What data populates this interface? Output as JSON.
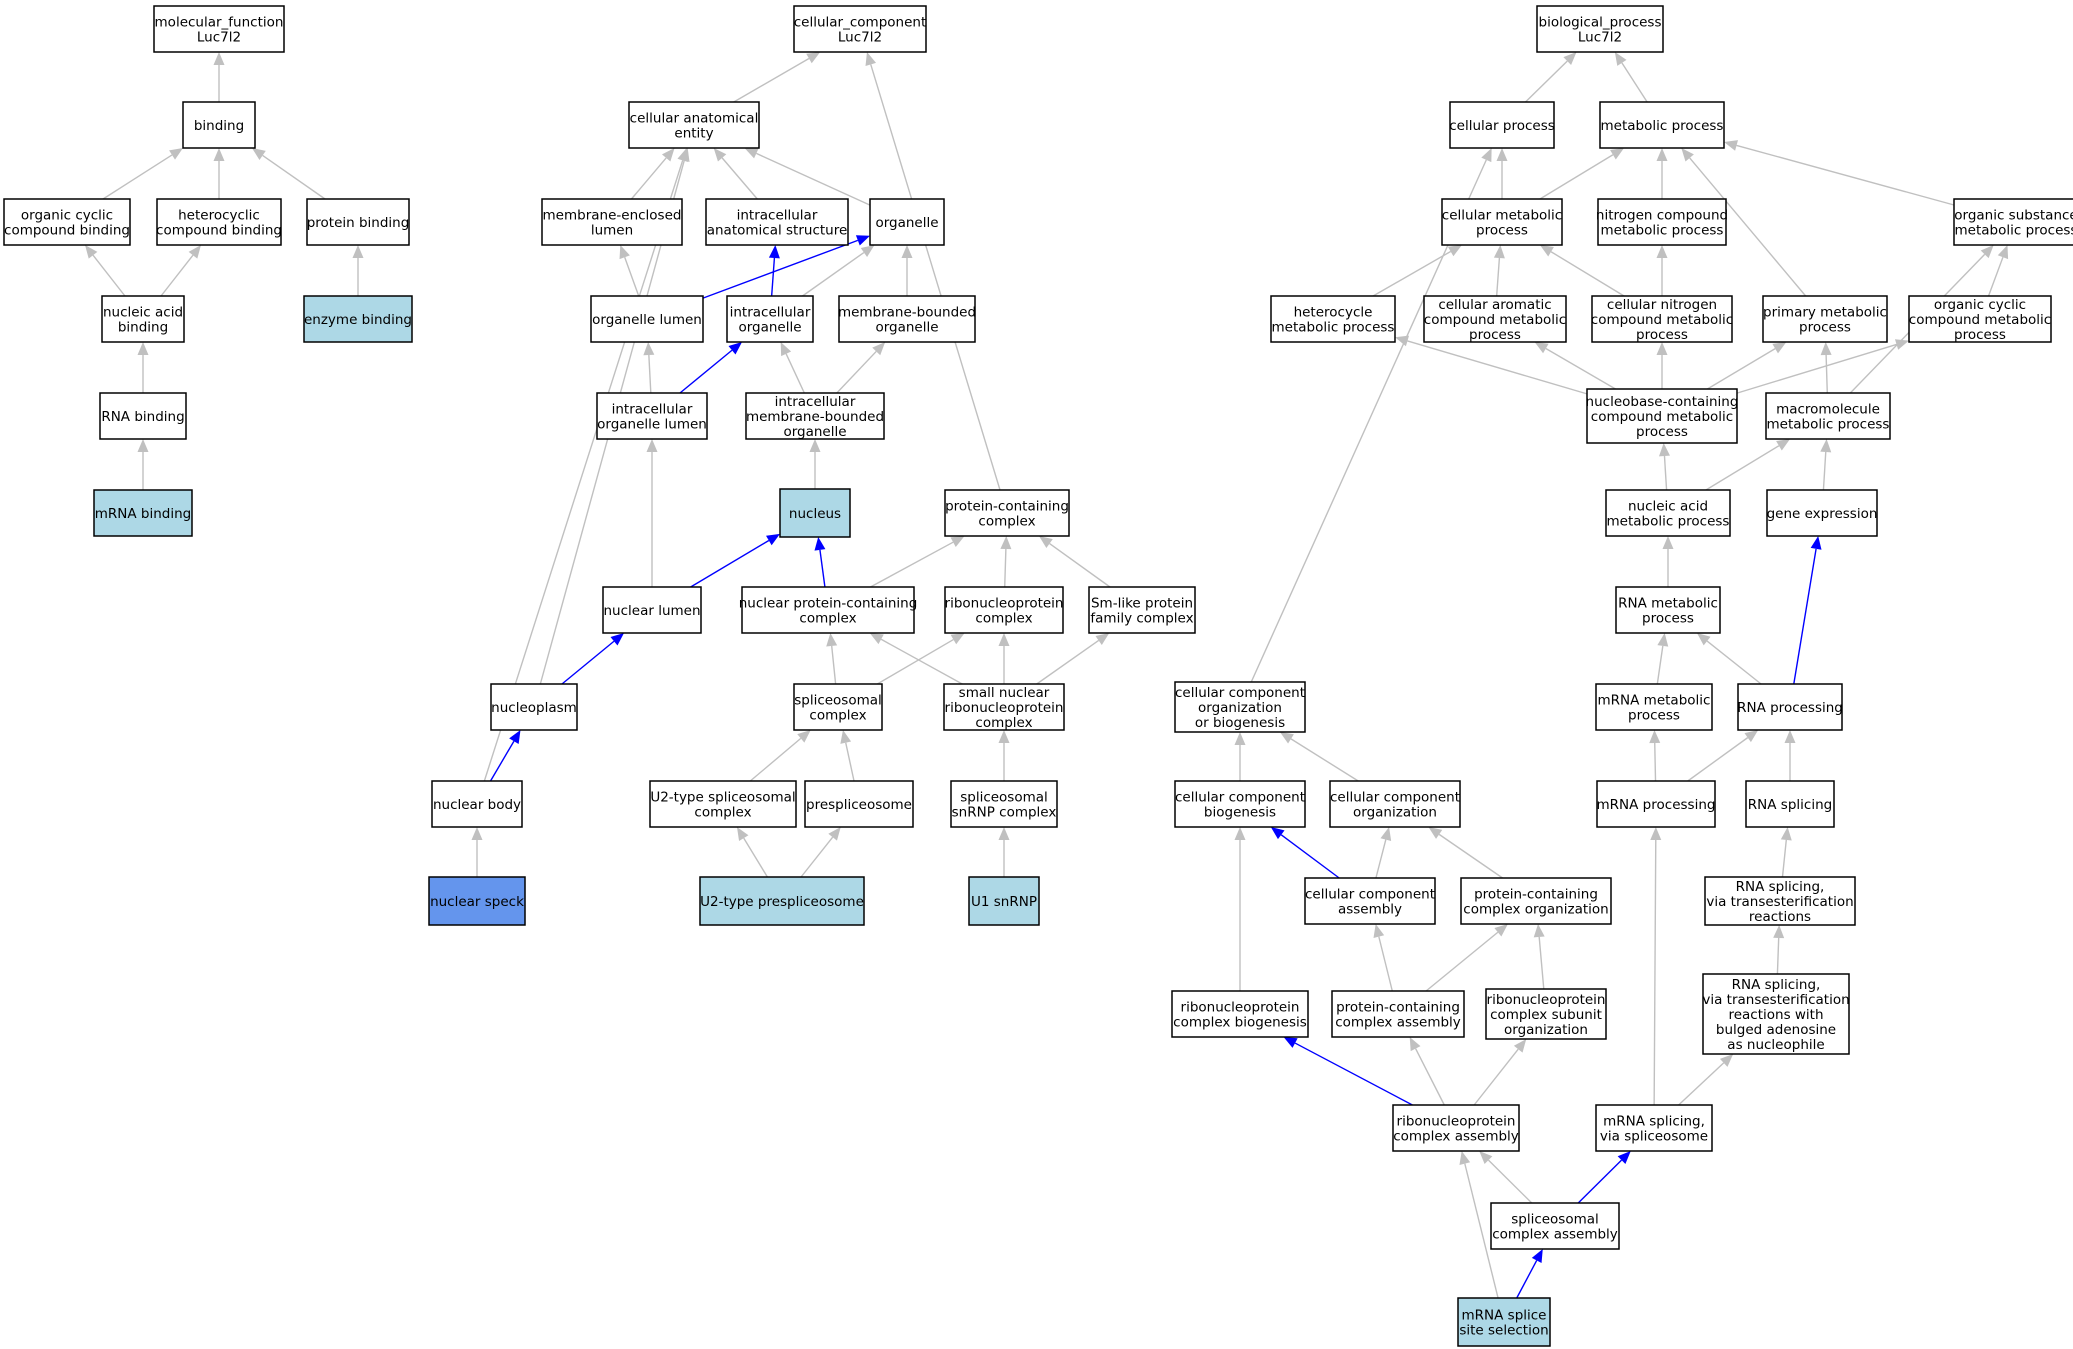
{
  "colors": {
    "edge_gray": "#c0c0c0",
    "edge_blue": "#0000ff",
    "node_default": "#ffffff",
    "node_highlight": "#add8e6",
    "node_focus": "#6495ed"
  },
  "nodes": [
    {
      "id": "mf",
      "label": "molecular_function\nLuc7l2",
      "fill": "default"
    },
    {
      "id": "binding",
      "label": "binding",
      "fill": "default"
    },
    {
      "id": "occb",
      "label": "organic cyclic\ncompound binding",
      "fill": "default"
    },
    {
      "id": "hcb",
      "label": "heterocyclic\ncompound binding",
      "fill": "default"
    },
    {
      "id": "pb",
      "label": "protein binding",
      "fill": "default"
    },
    {
      "id": "nab",
      "label": "nucleic acid\nbinding",
      "fill": "default"
    },
    {
      "id": "eb",
      "label": "enzyme binding",
      "fill": "highlight"
    },
    {
      "id": "rnab",
      "label": "RNA binding",
      "fill": "default"
    },
    {
      "id": "mrnab",
      "label": "mRNA binding",
      "fill": "highlight"
    },
    {
      "id": "cc",
      "label": "cellular_component\nLuc7l2",
      "fill": "default"
    },
    {
      "id": "cae",
      "label": "cellular anatomical\nentity",
      "fill": "default"
    },
    {
      "id": "mel",
      "label": "membrane-enclosed\nlumen",
      "fill": "default"
    },
    {
      "id": "ias",
      "label": "intracellular\nanatomical structure",
      "fill": "default"
    },
    {
      "id": "org",
      "label": "organelle",
      "fill": "default"
    },
    {
      "id": "orgl",
      "label": "organelle lumen",
      "fill": "default"
    },
    {
      "id": "io",
      "label": "intracellular\norganelle",
      "fill": "default"
    },
    {
      "id": "mbo",
      "label": "membrane-bounded\norganelle",
      "fill": "default"
    },
    {
      "id": "iol",
      "label": "intracellular\norganelle lumen",
      "fill": "default"
    },
    {
      "id": "imbo",
      "label": "intracellular\nmembrane-bounded\norganelle",
      "fill": "default"
    },
    {
      "id": "nucleus",
      "label": "nucleus",
      "fill": "highlight"
    },
    {
      "id": "pcc",
      "label": "protein-containing\ncomplex",
      "fill": "default"
    },
    {
      "id": "nl",
      "label": "nuclear lumen",
      "fill": "default"
    },
    {
      "id": "npcc",
      "label": "nuclear protein-containing\ncomplex",
      "fill": "default"
    },
    {
      "id": "rnpc",
      "label": "ribonucleoprotein\ncomplex",
      "fill": "default"
    },
    {
      "id": "smlp",
      "label": "Sm-like protein\nfamily complex",
      "fill": "default"
    },
    {
      "id": "np",
      "label": "nucleoplasm",
      "fill": "default"
    },
    {
      "id": "splc",
      "label": "spliceosomal\ncomplex",
      "fill": "default"
    },
    {
      "id": "snrnp",
      "label": "small nuclear\nribonucleoprotein\ncomplex",
      "fill": "default"
    },
    {
      "id": "nb",
      "label": "nuclear body",
      "fill": "default"
    },
    {
      "id": "u2sc",
      "label": "U2-type spliceosomal\ncomplex",
      "fill": "default"
    },
    {
      "id": "presp",
      "label": "prespliceosome",
      "fill": "default"
    },
    {
      "id": "ssnrnp",
      "label": "spliceosomal\nsnRNP complex",
      "fill": "default"
    },
    {
      "id": "ns",
      "label": "nuclear speck",
      "fill": "focus"
    },
    {
      "id": "u2p",
      "label": "U2-type prespliceosome",
      "fill": "highlight"
    },
    {
      "id": "u1",
      "label": "U1 snRNP",
      "fill": "highlight"
    },
    {
      "id": "bp",
      "label": "biological_process\nLuc7l2",
      "fill": "default"
    },
    {
      "id": "cp",
      "label": "cellular process",
      "fill": "default"
    },
    {
      "id": "mp",
      "label": "metabolic process",
      "fill": "default"
    },
    {
      "id": "cmp",
      "label": "cellular metabolic\nprocess",
      "fill": "default"
    },
    {
      "id": "ncmp",
      "label": "nitrogen compound\nmetabolic process",
      "fill": "default"
    },
    {
      "id": "osmp",
      "label": "organic substance\nmetabolic process",
      "fill": "default"
    },
    {
      "id": "hmp",
      "label": "heterocycle\nmetabolic process",
      "fill": "default"
    },
    {
      "id": "cacmp",
      "label": "cellular aromatic\ncompound metabolic\nprocess",
      "fill": "default"
    },
    {
      "id": "cncmp",
      "label": "cellular nitrogen\ncompound metabolic\nprocess",
      "fill": "default"
    },
    {
      "id": "pmp",
      "label": "primary metabolic\nprocess",
      "fill": "default"
    },
    {
      "id": "occmp",
      "label": "organic cyclic\ncompound metabolic\nprocess",
      "fill": "default"
    },
    {
      "id": "nbcmp",
      "label": "nucleobase-containing\ncompound metabolic\nprocess",
      "fill": "default"
    },
    {
      "id": "macmp",
      "label": "macromolecule\nmetabolic process",
      "fill": "default"
    },
    {
      "id": "namp",
      "label": "nucleic acid\nmetabolic process",
      "fill": "default"
    },
    {
      "id": "ge",
      "label": "gene expression",
      "fill": "default"
    },
    {
      "id": "rnamp",
      "label": "RNA metabolic\nprocess",
      "fill": "default"
    },
    {
      "id": "ccob",
      "label": "cellular component\norganization\nor biogenesis",
      "fill": "default"
    },
    {
      "id": "mrnamp",
      "label": "mRNA metabolic\nprocess",
      "fill": "default"
    },
    {
      "id": "rnap",
      "label": "RNA processing",
      "fill": "default"
    },
    {
      "id": "ccb",
      "label": "cellular component\nbiogenesis",
      "fill": "default"
    },
    {
      "id": "cco",
      "label": "cellular component\norganization",
      "fill": "default"
    },
    {
      "id": "mrnap",
      "label": "mRNA processing",
      "fill": "default"
    },
    {
      "id": "rnas",
      "label": "RNA splicing",
      "fill": "default"
    },
    {
      "id": "cca",
      "label": "cellular component\nassembly",
      "fill": "default"
    },
    {
      "id": "pcco",
      "label": "protein-containing\ncomplex organization",
      "fill": "default"
    },
    {
      "id": "rnasvt",
      "label": "RNA splicing,\nvia transesterification\nreactions",
      "fill": "default"
    },
    {
      "id": "rnpcb",
      "label": "ribonucleoprotein\ncomplex biogenesis",
      "fill": "default"
    },
    {
      "id": "pcca",
      "label": "protein-containing\ncomplex assembly",
      "fill": "default"
    },
    {
      "id": "rnpcso",
      "label": "ribonucleoprotein\ncomplex subunit\norganization",
      "fill": "default"
    },
    {
      "id": "rnasvtb",
      "label": "RNA splicing,\nvia transesterification\nreactions with\nbulged adenosine\nas nucleophile",
      "fill": "default"
    },
    {
      "id": "rnpca",
      "label": "ribonucleoprotein\ncomplex assembly",
      "fill": "default"
    },
    {
      "id": "mrnasvs",
      "label": "mRNA splicing,\nvia spliceosome",
      "fill": "default"
    },
    {
      "id": "sca",
      "label": "spliceosomal\ncomplex assembly",
      "fill": "default"
    },
    {
      "id": "mrnass",
      "label": "mRNA splice\nsite selection",
      "fill": "highlight"
    }
  ],
  "edges": [
    {
      "from": "binding",
      "to": "mf",
      "color": "gray"
    },
    {
      "from": "occb",
      "to": "binding",
      "color": "gray"
    },
    {
      "from": "hcb",
      "to": "binding",
      "color": "gray"
    },
    {
      "from": "pb",
      "to": "binding",
      "color": "gray"
    },
    {
      "from": "nab",
      "to": "occb",
      "color": "gray"
    },
    {
      "from": "nab",
      "to": "hcb",
      "color": "gray"
    },
    {
      "from": "eb",
      "to": "pb",
      "color": "gray"
    },
    {
      "from": "rnab",
      "to": "nab",
      "color": "gray"
    },
    {
      "from": "mrnab",
      "to": "rnab",
      "color": "gray"
    },
    {
      "from": "cae",
      "to": "cc",
      "color": "gray"
    },
    {
      "from": "pcc",
      "to": "cc",
      "color": "gray"
    },
    {
      "from": "mel",
      "to": "cae",
      "color": "gray"
    },
    {
      "from": "ias",
      "to": "cae",
      "color": "gray"
    },
    {
      "from": "org",
      "to": "cae",
      "color": "gray"
    },
    {
      "from": "np",
      "to": "cae",
      "color": "gray"
    },
    {
      "from": "nb",
      "to": "cae",
      "color": "gray"
    },
    {
      "from": "orgl",
      "to": "mel",
      "color": "gray"
    },
    {
      "from": "orgl",
      "to": "org",
      "color": "blue"
    },
    {
      "from": "io",
      "to": "ias",
      "color": "blue"
    },
    {
      "from": "io",
      "to": "org",
      "color": "gray"
    },
    {
      "from": "mbo",
      "to": "org",
      "color": "gray"
    },
    {
      "from": "iol",
      "to": "orgl",
      "color": "gray"
    },
    {
      "from": "iol",
      "to": "io",
      "color": "blue"
    },
    {
      "from": "imbo",
      "to": "io",
      "color": "gray"
    },
    {
      "from": "imbo",
      "to": "mbo",
      "color": "gray"
    },
    {
      "from": "nucleus",
      "to": "imbo",
      "color": "gray"
    },
    {
      "from": "nl",
      "to": "iol",
      "color": "gray"
    },
    {
      "from": "nl",
      "to": "nucleus",
      "color": "blue"
    },
    {
      "from": "npcc",
      "to": "nucleus",
      "color": "blue"
    },
    {
      "from": "npcc",
      "to": "pcc",
      "color": "gray"
    },
    {
      "from": "rnpc",
      "to": "pcc",
      "color": "gray"
    },
    {
      "from": "smlp",
      "to": "pcc",
      "color": "gray"
    },
    {
      "from": "np",
      "to": "nl",
      "color": "blue"
    },
    {
      "from": "splc",
      "to": "npcc",
      "color": "gray"
    },
    {
      "from": "splc",
      "to": "rnpc",
      "color": "gray"
    },
    {
      "from": "snrnp",
      "to": "npcc",
      "color": "gray"
    },
    {
      "from": "snrnp",
      "to": "rnpc",
      "color": "gray"
    },
    {
      "from": "snrnp",
      "to": "smlp",
      "color": "gray"
    },
    {
      "from": "nb",
      "to": "np",
      "color": "blue"
    },
    {
      "from": "u2sc",
      "to": "splc",
      "color": "gray"
    },
    {
      "from": "presp",
      "to": "splc",
      "color": "gray"
    },
    {
      "from": "ssnrnp",
      "to": "snrnp",
      "color": "gray"
    },
    {
      "from": "ns",
      "to": "nb",
      "color": "gray"
    },
    {
      "from": "u2p",
      "to": "u2sc",
      "color": "gray"
    },
    {
      "from": "u2p",
      "to": "presp",
      "color": "gray"
    },
    {
      "from": "u1",
      "to": "ssnrnp",
      "color": "gray"
    },
    {
      "from": "cp",
      "to": "bp",
      "color": "gray"
    },
    {
      "from": "mp",
      "to": "bp",
      "color": "gray"
    },
    {
      "from": "cmp",
      "to": "cp",
      "color": "gray"
    },
    {
      "from": "cmp",
      "to": "mp",
      "color": "gray"
    },
    {
      "from": "ncmp",
      "to": "mp",
      "color": "gray"
    },
    {
      "from": "osmp",
      "to": "mp",
      "color": "gray"
    },
    {
      "from": "pmp",
      "to": "mp",
      "color": "gray"
    },
    {
      "from": "ccob",
      "to": "cp",
      "color": "gray"
    },
    {
      "from": "hmp",
      "to": "cmp",
      "color": "gray"
    },
    {
      "from": "cacmp",
      "to": "cmp",
      "color": "gray"
    },
    {
      "from": "cncmp",
      "to": "cmp",
      "color": "gray"
    },
    {
      "from": "cncmp",
      "to": "ncmp",
      "color": "gray"
    },
    {
      "from": "occmp",
      "to": "osmp",
      "color": "gray"
    },
    {
      "from": "macmp",
      "to": "osmp",
      "color": "gray"
    },
    {
      "from": "nbcmp",
      "to": "hmp",
      "color": "gray"
    },
    {
      "from": "nbcmp",
      "to": "cacmp",
      "color": "gray"
    },
    {
      "from": "nbcmp",
      "to": "cncmp",
      "color": "gray"
    },
    {
      "from": "nbcmp",
      "to": "pmp",
      "color": "gray"
    },
    {
      "from": "nbcmp",
      "to": "occmp",
      "color": "gray"
    },
    {
      "from": "macmp",
      "to": "pmp",
      "color": "gray"
    },
    {
      "from": "namp",
      "to": "nbcmp",
      "color": "gray"
    },
    {
      "from": "namp",
      "to": "macmp",
      "color": "gray"
    },
    {
      "from": "ge",
      "to": "macmp",
      "color": "gray"
    },
    {
      "from": "rnamp",
      "to": "namp",
      "color": "gray"
    },
    {
      "from": "rnap",
      "to": "ge",
      "color": "blue"
    },
    {
      "from": "mrnamp",
      "to": "rnamp",
      "color": "gray"
    },
    {
      "from": "rnap",
      "to": "rnamp",
      "color": "gray"
    },
    {
      "from": "ccb",
      "to": "ccob",
      "color": "gray"
    },
    {
      "from": "cco",
      "to": "ccob",
      "color": "gray"
    },
    {
      "from": "mrnap",
      "to": "mrnamp",
      "color": "gray"
    },
    {
      "from": "mrnap",
      "to": "rnap",
      "color": "gray"
    },
    {
      "from": "rnas",
      "to": "rnap",
      "color": "gray"
    },
    {
      "from": "cca",
      "to": "ccb",
      "color": "blue"
    },
    {
      "from": "cca",
      "to": "cco",
      "color": "gray"
    },
    {
      "from": "pcco",
      "to": "cco",
      "color": "gray"
    },
    {
      "from": "rnasvt",
      "to": "rnas",
      "color": "gray"
    },
    {
      "from": "rnpcb",
      "to": "ccb",
      "color": "gray"
    },
    {
      "from": "pcca",
      "to": "cca",
      "color": "gray"
    },
    {
      "from": "pcca",
      "to": "pcco",
      "color": "gray"
    },
    {
      "from": "rnpcso",
      "to": "pcco",
      "color": "gray"
    },
    {
      "from": "rnasvtb",
      "to": "rnasvt",
      "color": "gray"
    },
    {
      "from": "rnpca",
      "to": "rnpcb",
      "color": "blue"
    },
    {
      "from": "rnpca",
      "to": "pcca",
      "color": "gray"
    },
    {
      "from": "rnpca",
      "to": "rnpcso",
      "color": "gray"
    },
    {
      "from": "mrnasvs",
      "to": "mrnap",
      "color": "gray"
    },
    {
      "from": "mrnasvs",
      "to": "rnasvtb",
      "color": "gray"
    },
    {
      "from": "sca",
      "to": "rnpca",
      "color": "gray"
    },
    {
      "from": "sca",
      "to": "mrnasvs",
      "color": "blue"
    },
    {
      "from": "mrnass",
      "to": "rnpca",
      "color": "gray"
    },
    {
      "from": "mrnass",
      "to": "sca",
      "color": "blue"
    }
  ]
}
